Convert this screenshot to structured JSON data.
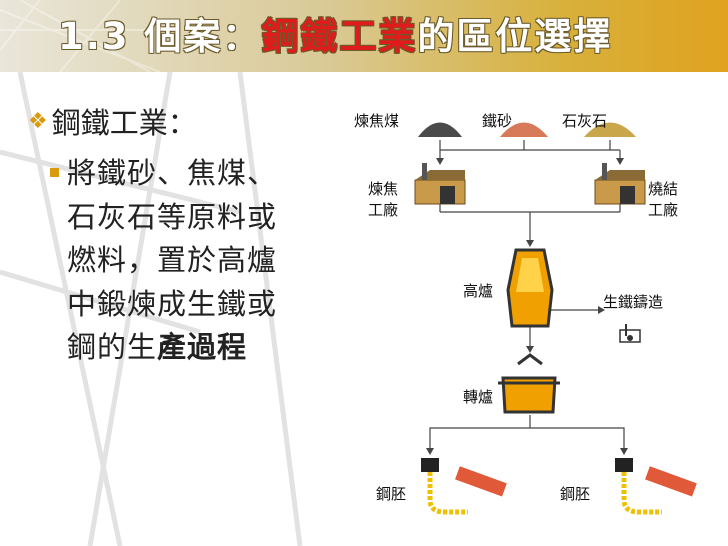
{
  "title": {
    "prefix": "1.3 個案：",
    "highlight": "鋼鐵工業",
    "suffix": "的區位選擇"
  },
  "heading": "鋼鐵工業：",
  "body": {
    "text": "將鐵砂、焦煤、石灰石等原料或燃料，置於高爐中鍛煉成生鐵或鋼的生",
    "bold": "產過程"
  },
  "diagram": {
    "coking_coal": "煉焦煤",
    "iron_ore": "鐵砂",
    "limestone": "石灰石",
    "coke_plant": [
      "煉焦",
      "工廠"
    ],
    "sinter_plant": [
      "燒結",
      "工廠"
    ],
    "blast_furnace": "高爐",
    "pig_iron": "生鐵鑄造",
    "converter": "轉爐",
    "billet_left": "鋼胚",
    "billet_right": "鋼胚"
  },
  "colors": {
    "title_red": "#e01b1b",
    "accent": "#d99a10"
  }
}
